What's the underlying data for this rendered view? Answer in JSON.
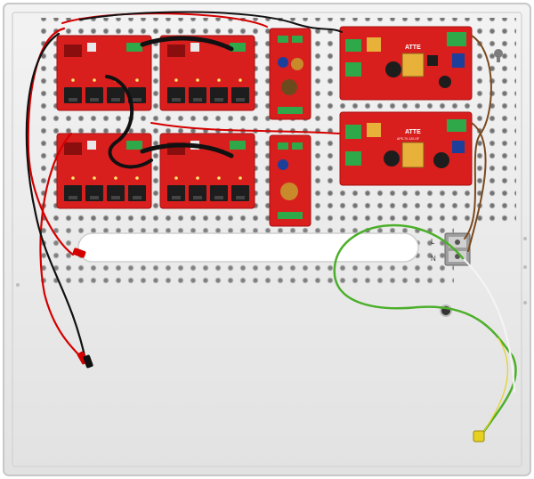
{
  "photo": {
    "brand_label": "ATTE",
    "psu_model_label": "APS-70-120-OF",
    "terminal_labels": [
      "L",
      "N"
    ]
  },
  "colors": {
    "enclosure": "#ededed",
    "board": "#d91e1e",
    "board_dark": "#a80f0f",
    "port": "#1d1d1d",
    "wire_red": "#d40000",
    "wire_black": "#111111",
    "wire_brown": "#7a4a1f",
    "wire_earth_green": "#4caf2a",
    "wire_earth_yellow": "#e6d020",
    "terminal_green": "#2fa84a",
    "capacitor_blue": "#1c3f9c",
    "transformer_yellow": "#e8b13a"
  }
}
